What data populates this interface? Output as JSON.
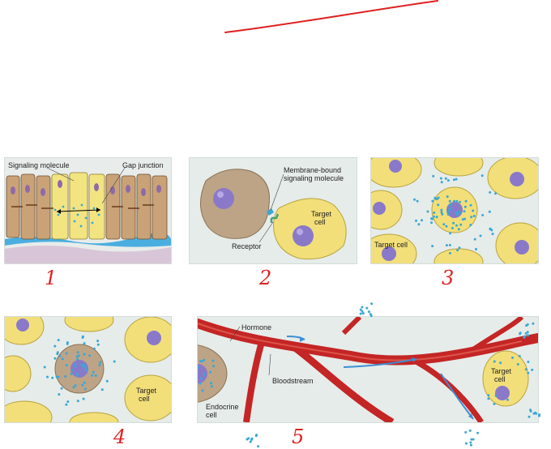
{
  "panels": {
    "p1": {
      "labels": [
        "Signaling molecule",
        "Gap junction"
      ],
      "number": "1"
    },
    "p2": {
      "labels": [
        "Membrane-bound",
        "signaling molecule",
        "Receptor",
        "Target",
        "cell"
      ],
      "number": "2"
    },
    "p3": {
      "labels": [
        "Target cell"
      ],
      "number": "3"
    },
    "p4": {
      "labels": [
        "Target",
        "cell"
      ],
      "number": "4"
    },
    "p5": {
      "labels": [
        "Hormone",
        "Bloodstream",
        "Endocrine",
        "cell",
        "Target",
        "cell"
      ],
      "number": "5"
    }
  },
  "colors": {
    "annotation_red": "#e02020",
    "cell_yellow": "#f2df7a",
    "nucleus_purple": "#8a79c9",
    "signal_blue": "#3aa7d6",
    "vessel_red": "#c42525",
    "source_cell_brown": "#bda486"
  }
}
